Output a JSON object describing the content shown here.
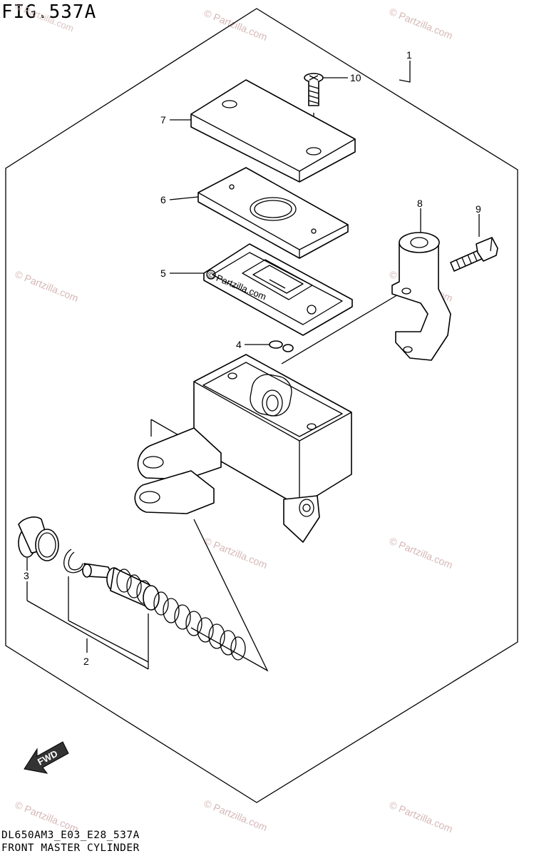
{
  "figure": {
    "title": "FIG.537A",
    "model_code": "DL650AM3_E03_E28_537A",
    "name": "FRONT MASTER CYLINDER"
  },
  "callouts": [
    "1",
    "2",
    "3",
    "4",
    "5",
    "6",
    "7",
    "8",
    "9",
    "10"
  ],
  "fwd_label": "FWD",
  "watermark": {
    "text": "© Partzilla.com",
    "inline_text": "© Partzilla.com"
  }
}
